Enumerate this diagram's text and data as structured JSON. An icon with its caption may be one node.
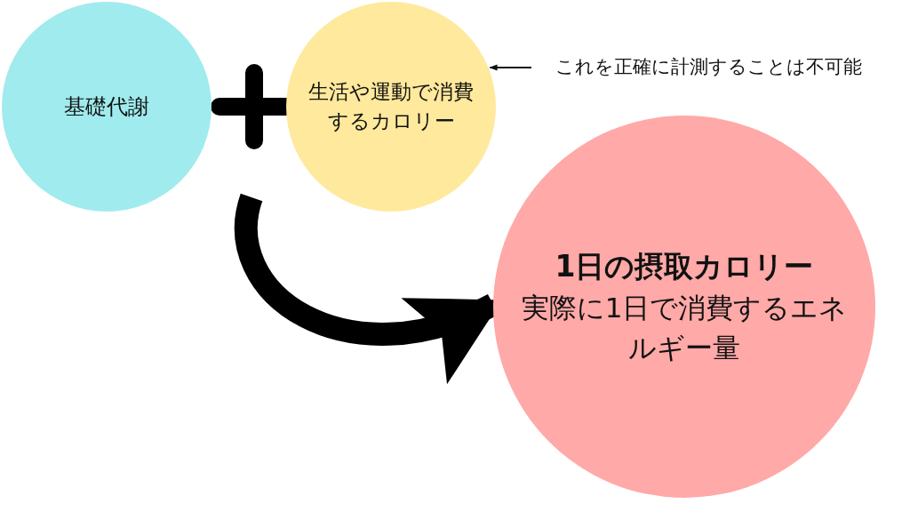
{
  "diagram": {
    "nodes": [
      {
        "text": [
          "基礎代謝"
        ]
      },
      {
        "text": [
          "生活や運動で消費するカロリー"
        ]
      },
      {
        "text": [
          "1日の摂取カロリー",
          "実際に1日で消費するエネルギー量"
        ]
      },
      {
        "text": [
          "これを正確に計測することは不可能"
        ]
      }
    ],
    "edges": [
      {
        "from": 3,
        "to": 1,
        "arrow": "to"
      },
      {
        "from": null,
        "to": 2,
        "arrow": "to",
        "style": "thick"
      }
    ]
  }
}
